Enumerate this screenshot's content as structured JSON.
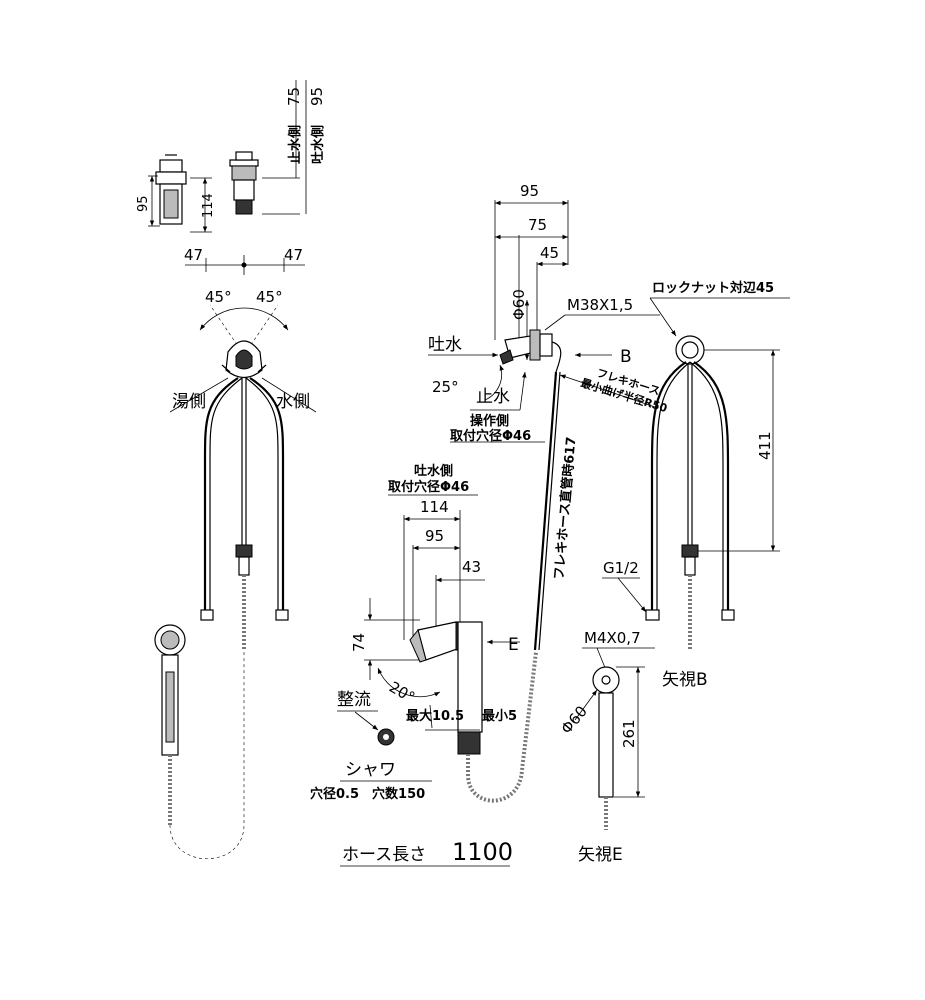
{
  "top_view": {
    "dim_75": "75",
    "dim_95": "95",
    "label_stop": "止水側",
    "label_spout": "吐水側",
    "dim_95_side": "95",
    "dim_114_side": "114"
  },
  "front_view": {
    "dim_47_left": "47",
    "dim_47_right": "47",
    "angle_45_left": "45°",
    "angle_45_right": "45°",
    "hot_side": "湯側",
    "cold_side": "水側"
  },
  "side_view": {
    "dim_95": "95",
    "dim_75": "75",
    "dim_45": "45",
    "dia_60": "Φ60",
    "thread": "M38X1,5",
    "spout": "吐水",
    "angle_25": "25°",
    "stop": "止水",
    "arrow_b": "B",
    "flex_label_1": "フレキホース",
    "flex_label_2": "最小曲げ半径R50",
    "operation_hole_1": "操作側",
    "operation_hole_2": "取付穴径Φ46",
    "flex_length": "フレキホース直管時617"
  },
  "view_b": {
    "lock_nut": "ロックナット対辺45",
    "dim_411": "411",
    "g_half": "G1/2",
    "title": "矢視B"
  },
  "shower_view": {
    "spout_hole_1": "吐水側",
    "spout_hole_2": "取付穴径Φ46",
    "dim_114": "114",
    "dim_95": "95",
    "dim_43": "43",
    "dim_74": "74",
    "arrow_e": "E",
    "angle_20": "20°",
    "max": "最大10.5",
    "min": "最小5",
    "flow": "整流",
    "shower": "シャワ",
    "hole_spec": "穴径0.5　穴数150",
    "hose_length_label": "ホース長さ",
    "hose_length_value": "1100"
  },
  "view_e": {
    "thread": "M4X0,7",
    "dia_60": "Φ60",
    "dim_261": "261",
    "title": "矢視E"
  }
}
